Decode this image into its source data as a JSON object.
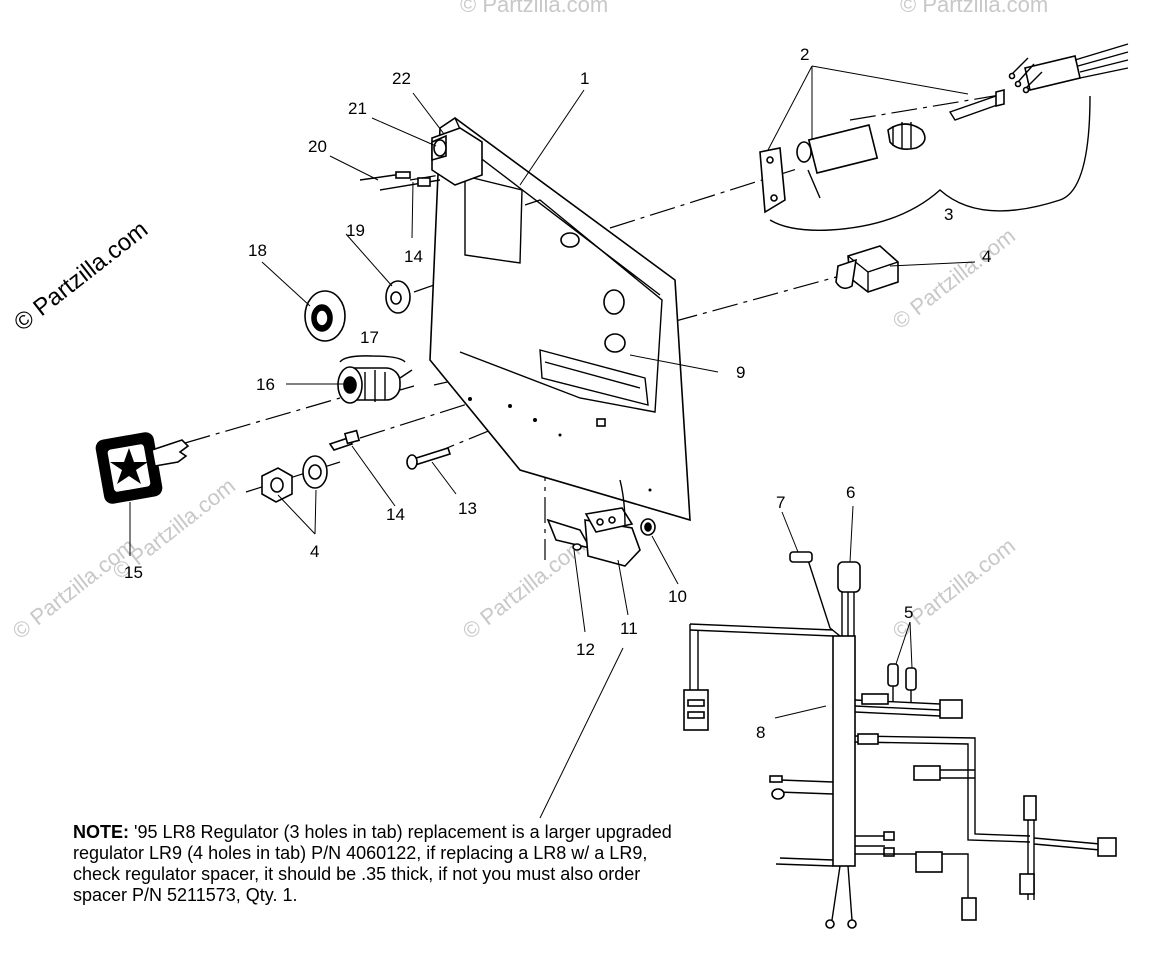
{
  "watermark": {
    "main": "© Partzilla.com",
    "repeat": "© Partzilla.com"
  },
  "callouts": {
    "c1": "1",
    "c2": "2",
    "c3": "3",
    "c4a": "4",
    "c4b": "4",
    "c5": "5",
    "c6": "6",
    "c7": "7",
    "c8": "8",
    "c9": "9",
    "c10": "10",
    "c11": "11",
    "c12": "12",
    "c13": "13",
    "c14a": "14",
    "c14b": "14",
    "c15": "15",
    "c16": "16",
    "c17": "17",
    "c18": "18",
    "c19": "19",
    "c20": "20",
    "c21": "21",
    "c22": "22"
  },
  "note": {
    "label": "NOTE:",
    "text": " '95 LR8 Regulator (3 holes in tab) replacement is a larger upgraded regulator LR9 (4 holes in tab) P/N 4060122, if replacing a LR8 w/ a LR9, check regulator spacer, it should be .35 thick, if not you must also order spacer P/N 5211573, Qty. 1."
  }
}
